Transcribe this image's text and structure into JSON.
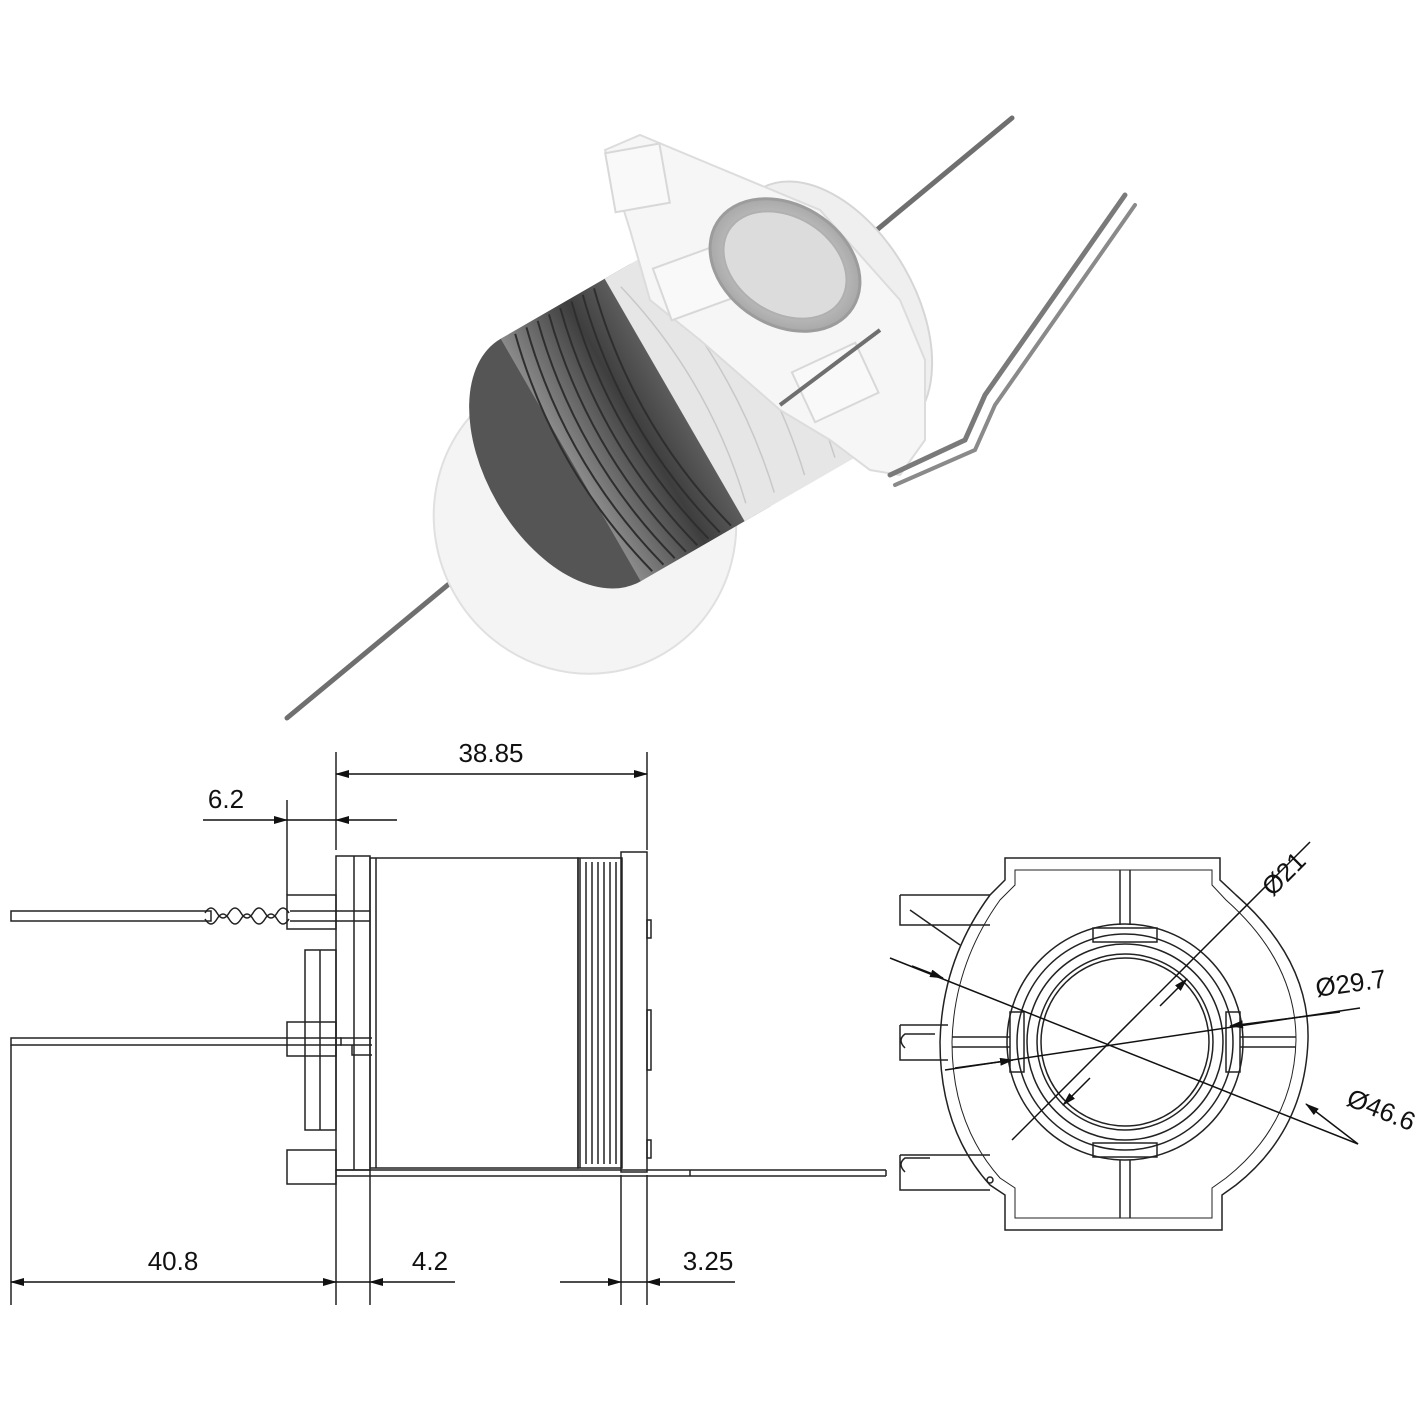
{
  "dimensions": {
    "overall_length": "38.85",
    "terminal_offset": "6.2",
    "lead_length": "40.8",
    "flange_left": "4.2",
    "flange_right": "3.25",
    "inner_diameter": "Ø21",
    "mid_diameter": "Ø29.7",
    "outer_diameter": "Ø46.6"
  },
  "colors": {
    "line": "#222222",
    "photo_wire": "#5a5a5a",
    "photo_tape": "#e6e6e6",
    "photo_bobbin": "#f4f4f4"
  }
}
